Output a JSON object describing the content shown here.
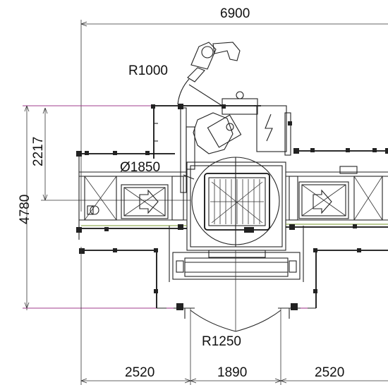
{
  "dimensions": {
    "overall_width": "6900",
    "overall_height": "4780",
    "upper_height": "2217",
    "robot_reach": "R1000",
    "table_diameter": "Ø1850",
    "bottom_radius": "R1250",
    "bottom_left": "2520",
    "bottom_center": "1890",
    "bottom_right": "2520"
  },
  "colors": {
    "line": "#222222",
    "accent_magenta": "#a23c8e",
    "accent_green": "#7a9a2e"
  }
}
